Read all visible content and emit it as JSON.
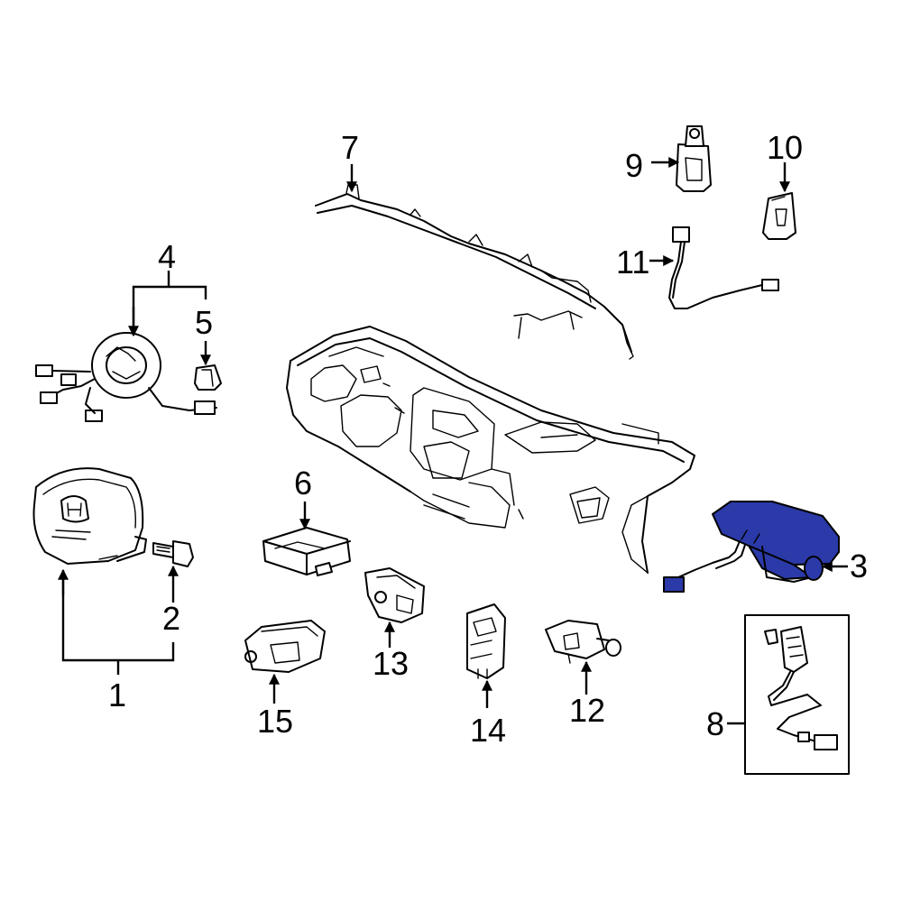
{
  "highlight_color": "#2b3aa8",
  "callouts": {
    "c1": "1",
    "c2": "2",
    "c3": "3",
    "c4": "4",
    "c5": "5",
    "c6": "6",
    "c7": "7",
    "c8": "8",
    "c9": "9",
    "c10": "10",
    "c11": "11",
    "c12": "12",
    "c13": "13",
    "c14": "14",
    "c15": "15"
  },
  "highlighted_part": "3",
  "icons": {
    "steering_wheel_logo": "honda-h-logo-icon"
  }
}
